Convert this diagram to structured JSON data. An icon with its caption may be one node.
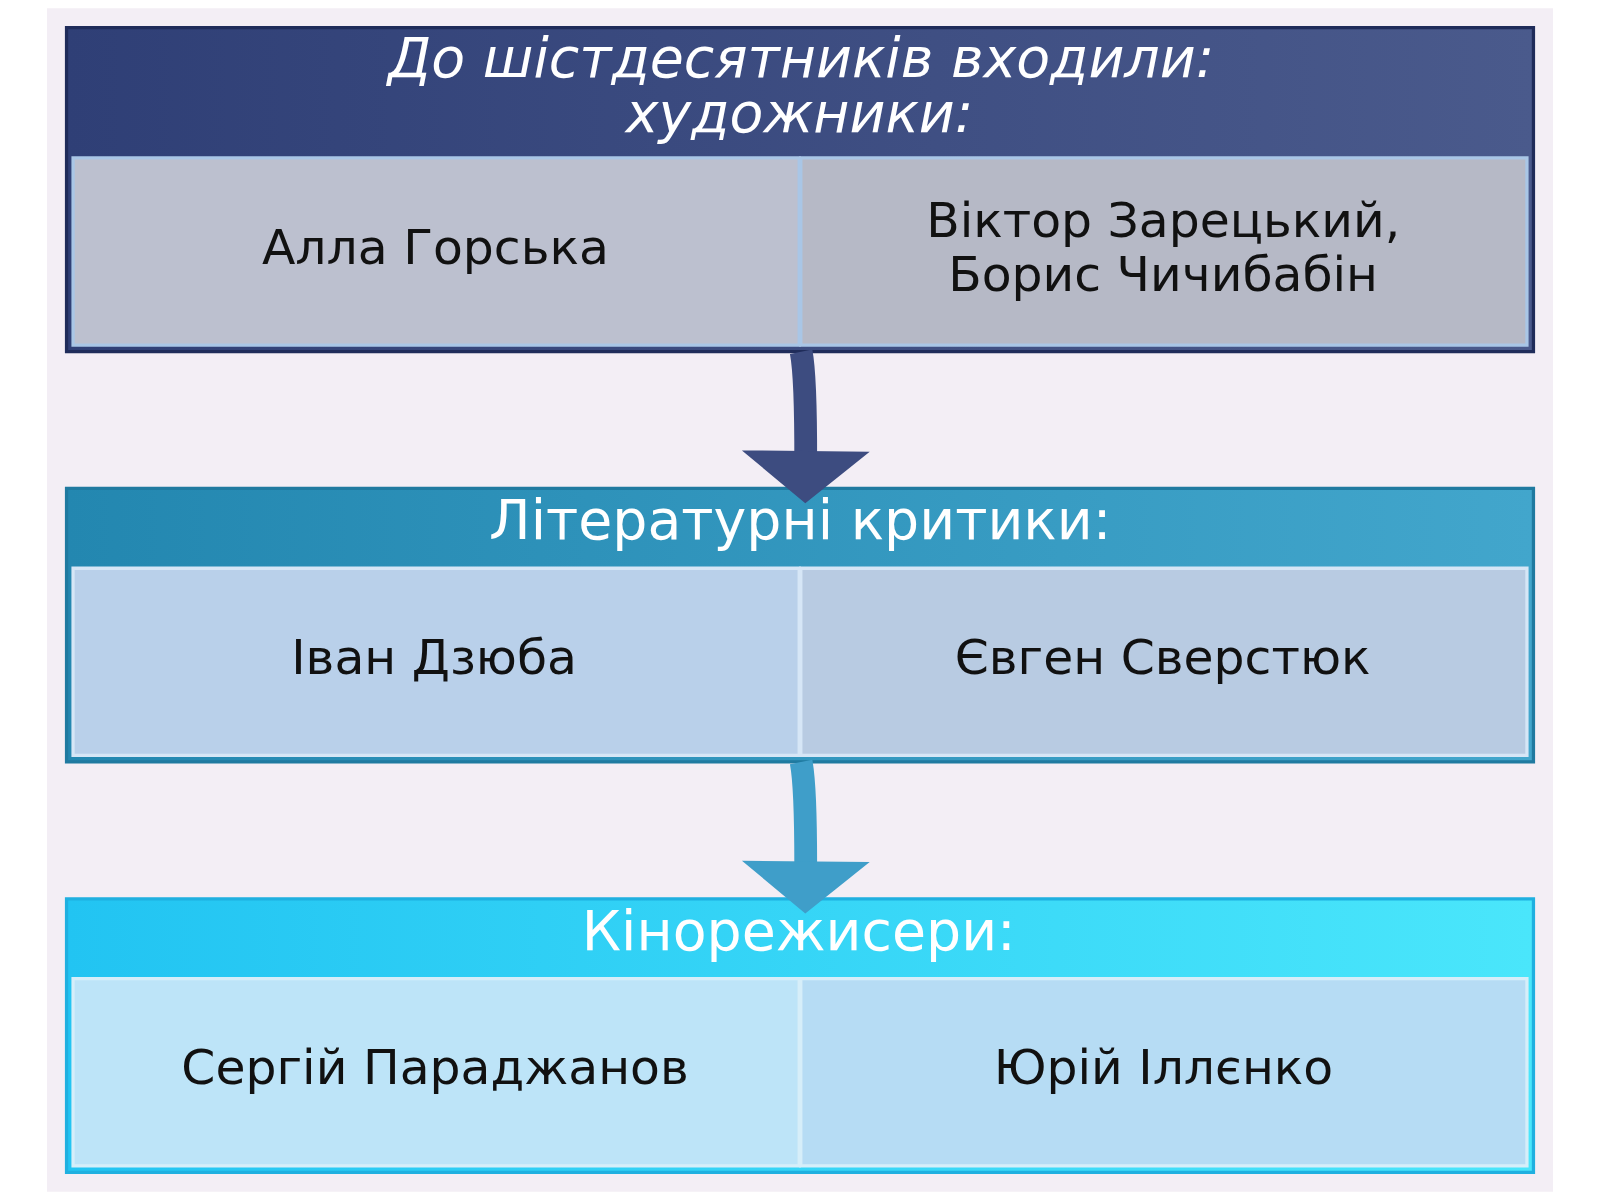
{
  "diagram": {
    "nodes": [
      {
        "text": [
          "До шістдесятників входили:",
          "художники:"
        ]
      },
      {
        "text": [
          "Алла Горська"
        ],
        "in": 0
      },
      {
        "text": [
          "Віктор Зарецький, Борис Чичибабін"
        ],
        "in": 0
      },
      {
        "text": [
          "Літературні критики:"
        ]
      },
      {
        "text": [
          "Іван Дзюба"
        ],
        "in": 3
      },
      {
        "text": [
          "Євген Сверстюк"
        ],
        "in": 3
      },
      {
        "text": [
          "Кінорежисери:"
        ]
      },
      {
        "text": [
          "Сергій Параджанов"
        ],
        "in": 6
      },
      {
        "text": [
          "Юрій Іллєнко"
        ],
        "in": 6
      }
    ],
    "edges": [
      {
        "from": 0,
        "to": 3,
        "arrow": "to",
        "color": "#3d4c80"
      },
      {
        "from": 3,
        "to": 6,
        "arrow": "to",
        "color": "#3f9ec9"
      }
    ]
  }
}
